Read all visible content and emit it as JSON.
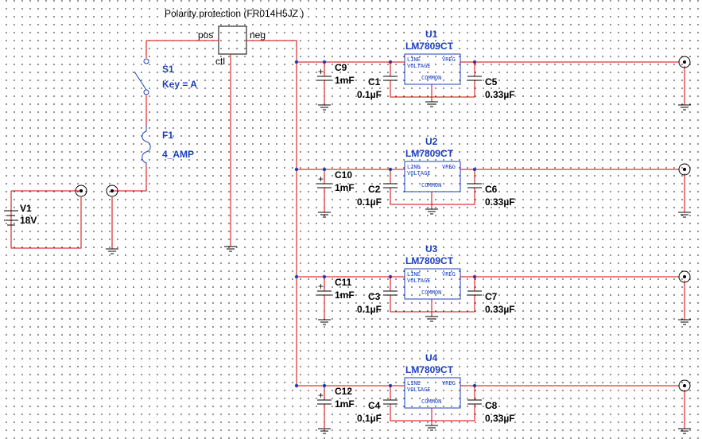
{
  "protection": {
    "title": "Polarity protection (FR014H5JZ )",
    "pin_pos": "pos",
    "pin_neg": "neg",
    "pin_ctl": "ctl"
  },
  "switch": {
    "ref": "S1",
    "value": "Key = A"
  },
  "fuse": {
    "ref": "F1",
    "value": "4_AMP"
  },
  "source": {
    "ref": "V1",
    "value": "18V"
  },
  "regulator": {
    "pin_in": "LINE",
    "pin_out": "VREG",
    "pin_mid": "VOLTAGE",
    "pin_common": "COMMON"
  },
  "stages": [
    {
      "reg_ref": "U1",
      "reg_part": "LM7809CT",
      "cbulk_ref": "C9",
      "cbulk_val": "1mF",
      "cin_ref": "C1",
      "cin_val": "0.1µF",
      "cout_ref": "C5",
      "cout_val": "0.33µF"
    },
    {
      "reg_ref": "U2",
      "reg_part": "LM7809CT",
      "cbulk_ref": "C10",
      "cbulk_val": "1mF",
      "cin_ref": "C2",
      "cin_val": "0.1µF",
      "cout_ref": "C6",
      "cout_val": "0.33µF"
    },
    {
      "reg_ref": "U3",
      "reg_part": "LM7809CT",
      "cbulk_ref": "C11",
      "cbulk_val": "1mF",
      "cin_ref": "C3",
      "cin_val": "0.1µF",
      "cout_ref": "C7",
      "cout_val": "0.33µF"
    },
    {
      "reg_ref": "U4",
      "reg_part": "LM7809CT",
      "cbulk_ref": "C12",
      "cbulk_val": "1mF",
      "cin_ref": "C4",
      "cin_val": "0.1µF",
      "cout_ref": "C8",
      "cout_val": "0.33µF"
    }
  ]
}
